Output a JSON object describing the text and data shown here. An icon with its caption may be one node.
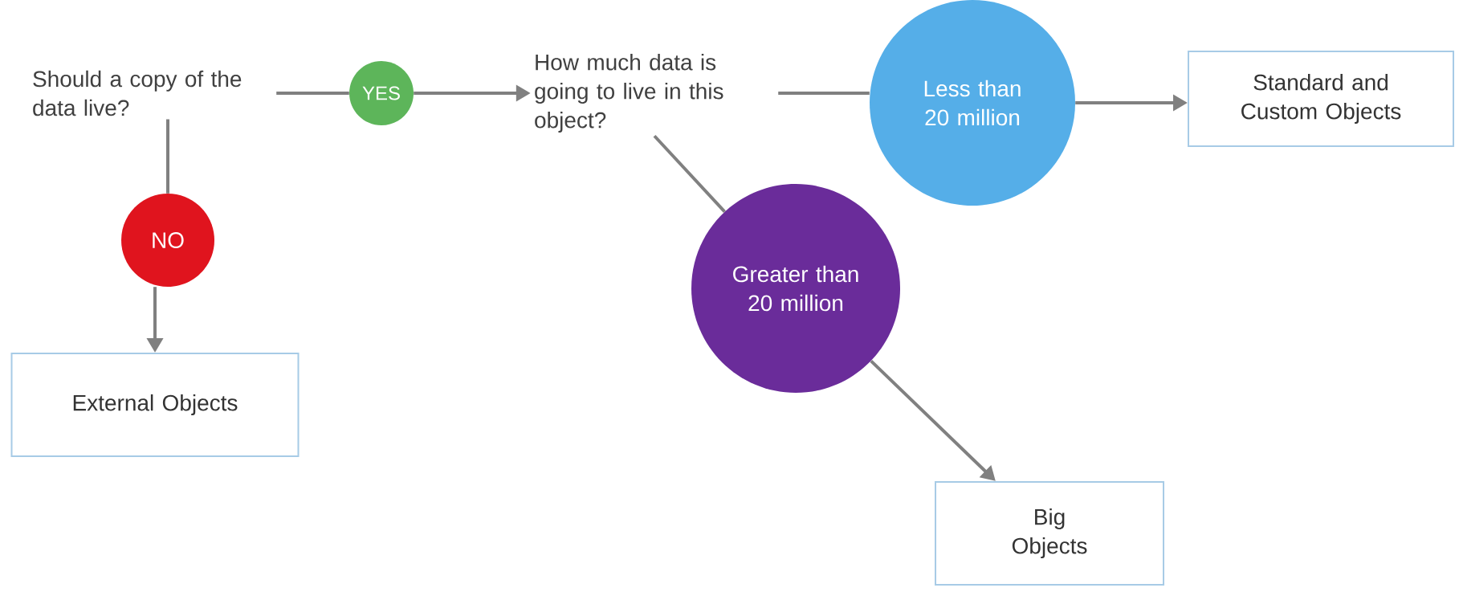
{
  "diagram": {
    "nodes": [
      {
        "text": [
          "Should a copy of the data live?"
        ]
      },
      {
        "text": [
          "YES"
        ]
      },
      {
        "text": [
          "How much data is going to live in this object?"
        ]
      },
      {
        "text": [
          "Less than 20 million"
        ]
      },
      {
        "text": [
          "Standard and Custom Objects"
        ]
      },
      {
        "text": [
          "NO"
        ]
      },
      {
        "text": [
          "External Objects"
        ]
      },
      {
        "text": [
          "Greater than 20 million"
        ]
      },
      {
        "text": [
          "Big Objects"
        ]
      }
    ],
    "edges": [
      {
        "from": 0,
        "to": 1,
        "arrow": "none"
      },
      {
        "from": 1,
        "to": 2,
        "arrow": "to"
      },
      {
        "from": 2,
        "to": 3,
        "arrow": "none"
      },
      {
        "from": 3,
        "to": 4,
        "arrow": "to"
      },
      {
        "from": 0,
        "to": 5,
        "arrow": "none"
      },
      {
        "from": 5,
        "to": 6,
        "arrow": "to"
      },
      {
        "from": 2,
        "to": 7,
        "arrow": "none"
      },
      {
        "from": 7,
        "to": 8,
        "arrow": "to"
      }
    ]
  }
}
